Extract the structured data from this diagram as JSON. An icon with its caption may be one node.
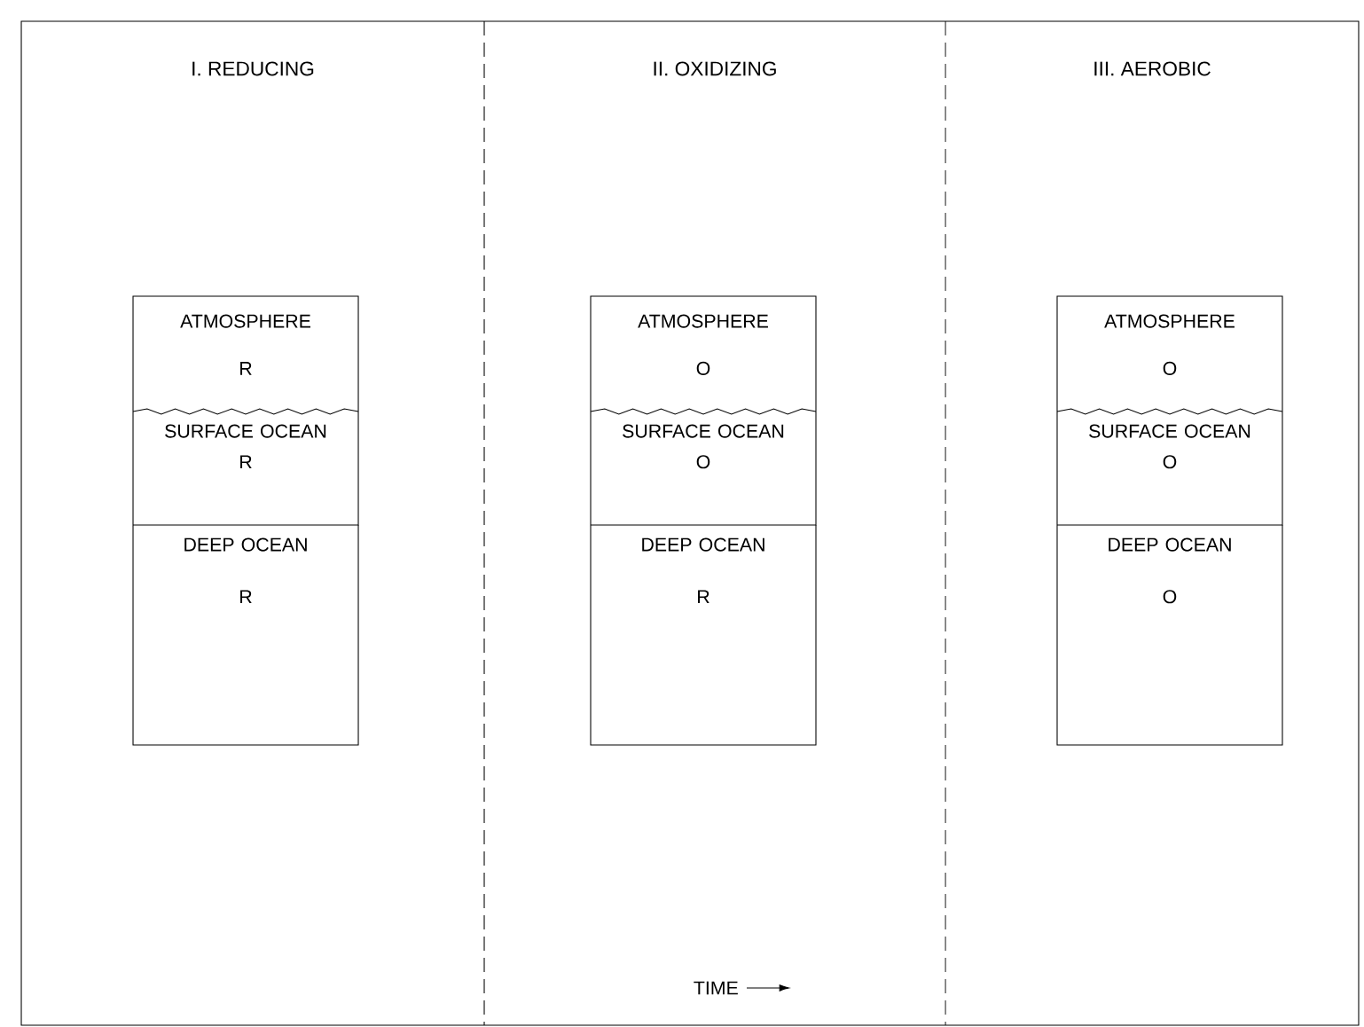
{
  "diagram": {
    "nodes": [
      {
        "text": [
          "I. REDUCING"
        ]
      },
      {
        "text": [
          "ATMOSPHERE",
          "R"
        ],
        "in": 0
      },
      {
        "text": [
          "SURFACE OCEAN",
          "R"
        ],
        "in": 0
      },
      {
        "text": [
          "DEEP OCEAN",
          "R"
        ],
        "in": 0
      },
      {
        "text": [
          "II. OXIDIZING"
        ]
      },
      {
        "text": [
          "ATMOSPHERE",
          "O"
        ],
        "in": 4
      },
      {
        "text": [
          "SURFACE OCEAN",
          "O"
        ],
        "in": 4
      },
      {
        "text": [
          "DEEP OCEAN",
          "R"
        ],
        "in": 4
      },
      {
        "text": [
          "III. AEROBIC"
        ]
      },
      {
        "text": [
          "ATMOSPHERE",
          "O"
        ],
        "in": 8
      },
      {
        "text": [
          "SURFACE OCEAN",
          "O"
        ],
        "in": 8
      },
      {
        "text": [
          "DEEP OCEAN",
          "O"
        ],
        "in": 8
      }
    ],
    "labels": [
      "TIME"
    ]
  }
}
